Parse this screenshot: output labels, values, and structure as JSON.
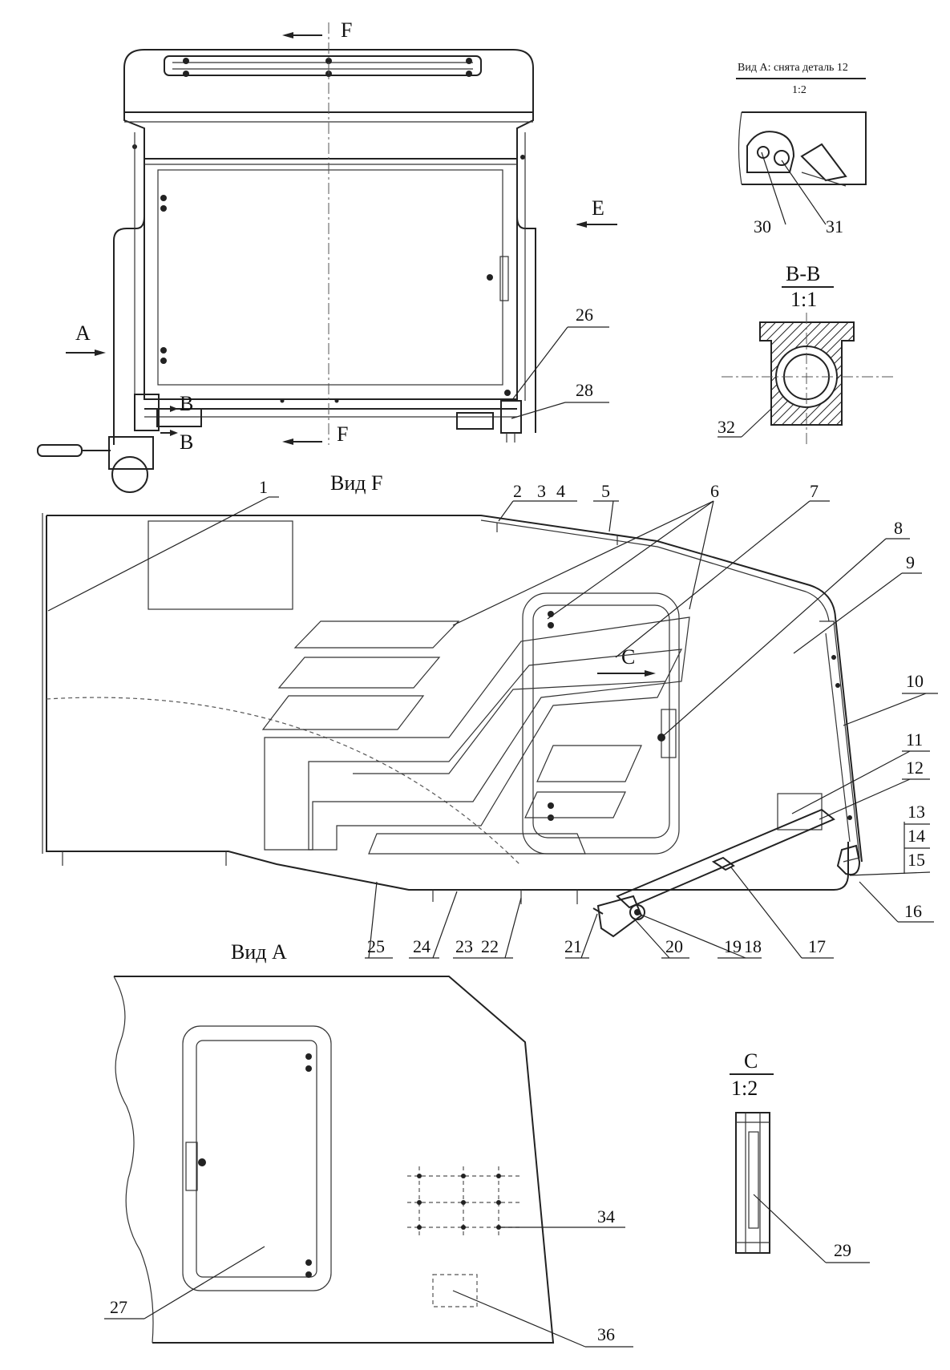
{
  "views": {
    "section_f": "F",
    "view_e": "E",
    "view_a": "A",
    "section_b": "B",
    "view_f_title": "Вид F",
    "view_a_title": "Вид А",
    "view_a_removed_title": "Вид А: снята деталь 12",
    "view_a_removed_scale": "1:2",
    "section_bb_title": "B-B",
    "section_bb_scale": "1:1",
    "view_c_title": "C",
    "view_c_scale": "1:2",
    "view_c_marker": "C"
  },
  "callouts": {
    "n1": "1",
    "n2": "2",
    "n3": "3",
    "n4": "4",
    "n5": "5",
    "n6": "6",
    "n7": "7",
    "n8": "8",
    "n9": "9",
    "n10": "10",
    "n11": "11",
    "n12": "12",
    "n13": "13",
    "n14": "14",
    "n15": "15",
    "n16": "16",
    "n17": "17",
    "n18": "18",
    "n19": "19",
    "n20": "20",
    "n21": "21",
    "n22": "22",
    "n23": "23",
    "n24": "24",
    "n25": "25",
    "n26": "26",
    "n27": "27",
    "n28": "28",
    "n29": "29",
    "n30": "30",
    "n31": "31",
    "n32": "32",
    "n34": "34",
    "n36": "36"
  }
}
